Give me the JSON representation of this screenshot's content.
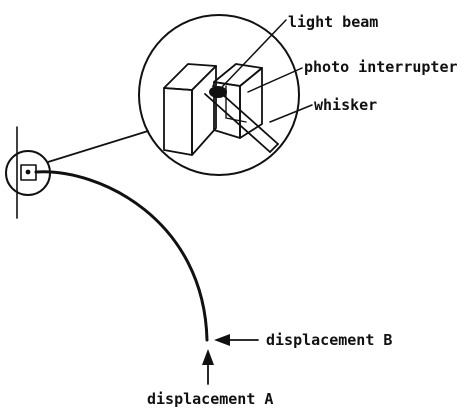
{
  "labels": {
    "light_beam": "light beam",
    "photo_interrupter": "photo interrupter",
    "whisker": "whisker",
    "displacement_b": "displacement B",
    "displacement_a": "displacement A"
  },
  "colors": {
    "ink": "#111111",
    "background": "#ffffff"
  }
}
